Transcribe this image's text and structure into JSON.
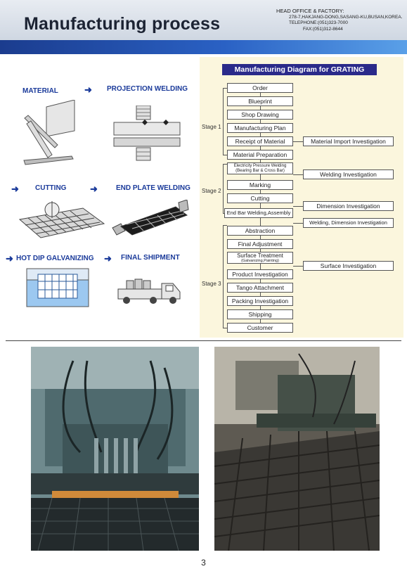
{
  "header": {
    "title": "Manufacturing process",
    "office_lines": [
      "HEAD OFFICE & FACTORY:",
      "278-7,HAKJANG-DONG,SASANG-KU,BUSAN,KOREA.",
      "TELEPHONE:(051)323-7000",
      "FAX:(051)312-8644"
    ]
  },
  "steps": {
    "material": "MATERIAL",
    "projection_welding": "PROJECTION WELDING",
    "cutting": "CUTTING",
    "end_plate_welding": "END PLATE WELDING",
    "hot_dip_galvanizing": "HOT DIP GALVANIZING",
    "final_shipment": "FINAL SHIPMENT"
  },
  "diagram": {
    "title": "Manufacturing Diagram for GRATING",
    "stages": [
      "Stage 1",
      "Stage 2",
      "Stage 3"
    ],
    "boxes": [
      "Order",
      "Blueprint",
      "Shop Drawing",
      "Manufacturing Plan",
      "Receipt of Material",
      "Material Preparation",
      "Electricity Pressure Welding",
      "(Bearing Bar & Cross Bar)",
      "Marking",
      "Cutting",
      "End Bar Welding,Assembly",
      "Abstraction",
      "Final Adjustment",
      "Surface Treatment",
      "(Galvanizing,Painting)",
      "Product Investigation",
      "Tango Attachment",
      "Packing Investigation",
      "Shipping",
      "Customer"
    ],
    "inspections": [
      "Material Import Investigation",
      "Welding Investigation",
      "Dimension Investigation",
      "Welding, Dimension Investigation",
      "Surface Investigation"
    ]
  },
  "page_number": "3"
}
